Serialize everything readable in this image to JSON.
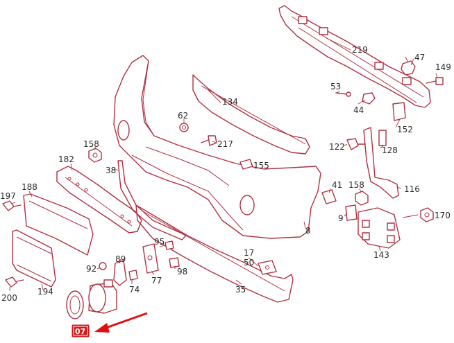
{
  "labels": [
    {
      "id": "219",
      "text": "219"
    },
    {
      "id": "47",
      "text": "47"
    },
    {
      "id": "149",
      "text": "149"
    },
    {
      "id": "53",
      "text": "53"
    },
    {
      "id": "44",
      "text": "44"
    },
    {
      "id": "152",
      "text": "152"
    },
    {
      "id": "134",
      "text": "134"
    },
    {
      "id": "62",
      "text": "62"
    },
    {
      "id": "217",
      "text": "217"
    },
    {
      "id": "122",
      "text": "122"
    },
    {
      "id": "128",
      "text": "128"
    },
    {
      "id": "158a",
      "text": "158"
    },
    {
      "id": "155",
      "text": "155"
    },
    {
      "id": "182",
      "text": "182"
    },
    {
      "id": "38",
      "text": "38"
    },
    {
      "id": "41",
      "text": "41"
    },
    {
      "id": "158b",
      "text": "158"
    },
    {
      "id": "116",
      "text": "116"
    },
    {
      "id": "197",
      "text": "197"
    },
    {
      "id": "188",
      "text": "188"
    },
    {
      "id": "9",
      "text": "9"
    },
    {
      "id": "170",
      "text": "170"
    },
    {
      "id": "8",
      "text": "8"
    },
    {
      "id": "95",
      "text": "95"
    },
    {
      "id": "143",
      "text": "143"
    },
    {
      "id": "89",
      "text": "89"
    },
    {
      "id": "17",
      "text": "17"
    },
    {
      "id": "50",
      "text": "50"
    },
    {
      "id": "92",
      "text": "92"
    },
    {
      "id": "98",
      "text": "98"
    },
    {
      "id": "74",
      "text": "74"
    },
    {
      "id": "77",
      "text": "77"
    },
    {
      "id": "35",
      "text": "35"
    },
    {
      "id": "194",
      "text": "194"
    },
    {
      "id": "200",
      "text": "200"
    }
  ],
  "highlight": {
    "text": "07"
  },
  "colors": {
    "line": "#b03040",
    "highlight": "#e01010"
  }
}
